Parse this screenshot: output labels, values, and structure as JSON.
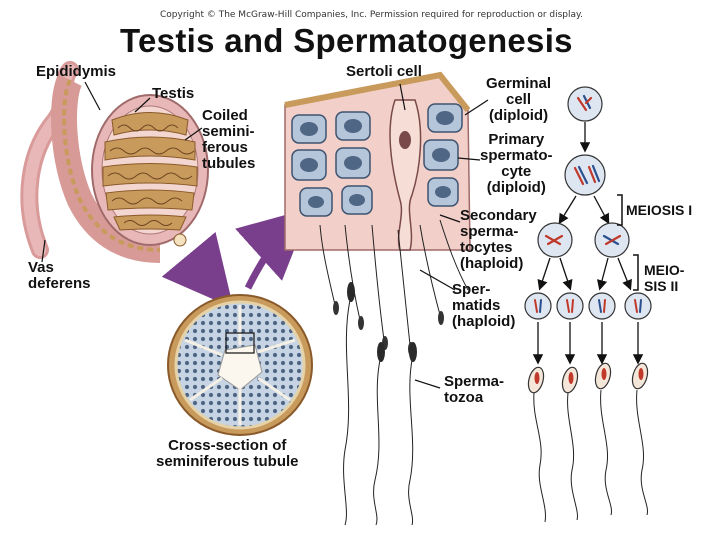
{
  "copyright": "Copyright © The McGraw-Hill Companies, Inc. Permission required for reproduction or display.",
  "title": "Testis and Spermatogenesis",
  "labels": {
    "epididymis": "Epididymis",
    "testis": "Testis",
    "coiled": [
      "Coiled",
      "semini-",
      "ferous",
      "tubules"
    ],
    "vas_deferens": [
      "Vas",
      "deferens"
    ],
    "cross_section": [
      "Cross-section of",
      "seminiferous tubule"
    ],
    "sertoli": "Sertoli cell",
    "germinal": [
      "Germinal",
      "cell",
      "(diploid)"
    ],
    "primary": [
      "Primary",
      "spermato-",
      "cyte",
      "(diploid)"
    ],
    "secondary": [
      "Secondary",
      "sperma-",
      "tocytes",
      "(haploid)"
    ],
    "spermatids": [
      "Sper-",
      "matids",
      "(haploid)"
    ],
    "spermatozoa": [
      "Sperma-",
      "tozoa"
    ],
    "meiosis1": "MEIOSIS I",
    "meiosis2": [
      "MEIO-",
      "SIS II"
    ]
  },
  "colors": {
    "testis_pink": "#e8b8b8",
    "tubule_tan": "#c89a5c",
    "tissue_pink": "#f2cfc8",
    "cell_blue": "#9fb3cc",
    "nucleus_blue": "#4f6684",
    "arrow_purple": "#7a3f8c",
    "chromosome_red": "#c0392b",
    "chromosome_blue": "#2c4f8f"
  }
}
